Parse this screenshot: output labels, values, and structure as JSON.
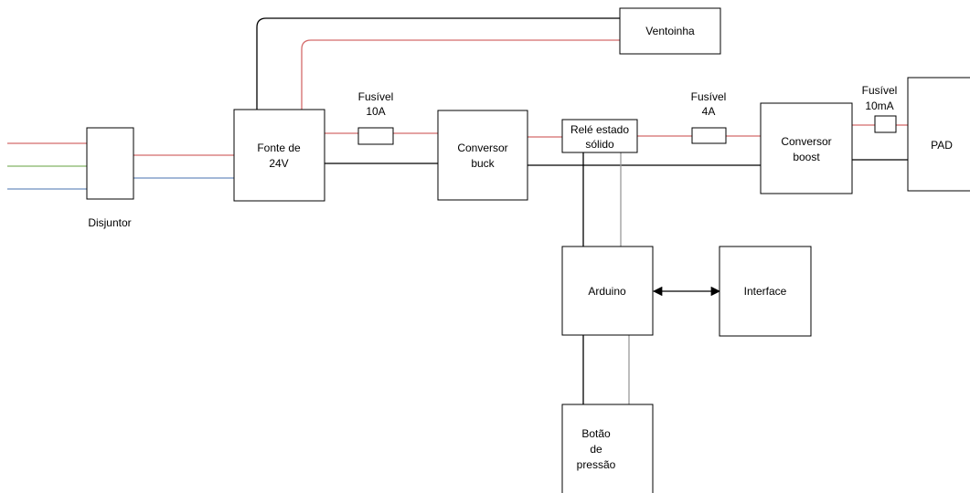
{
  "blocks": {
    "ventoinha": "Ventoinha",
    "fonte": [
      "Fonte de",
      "24V"
    ],
    "conversor_buck": [
      "Conversor",
      "buck"
    ],
    "rele": [
      "Relé estado",
      "sólido"
    ],
    "conversor_boost": [
      "Conversor",
      "boost"
    ],
    "pad": "PAD",
    "arduino": "Arduino",
    "interface": "Interface",
    "botao": [
      "Botão",
      "de",
      "pressão"
    ]
  },
  "labels": {
    "disjuntor": "Disjuntor",
    "fusivel_10a": [
      "Fusível",
      "10A"
    ],
    "fusivel_4a": [
      "Fusível",
      "4A"
    ],
    "fusivel_10ma": [
      "Fusível",
      "10mA"
    ]
  },
  "colors": {
    "wire_black": "#000000",
    "wire_red": "#d46a6a",
    "wire_green": "#82b366",
    "wire_blue": "#6c8ebf",
    "wire_gray": "#999999"
  }
}
